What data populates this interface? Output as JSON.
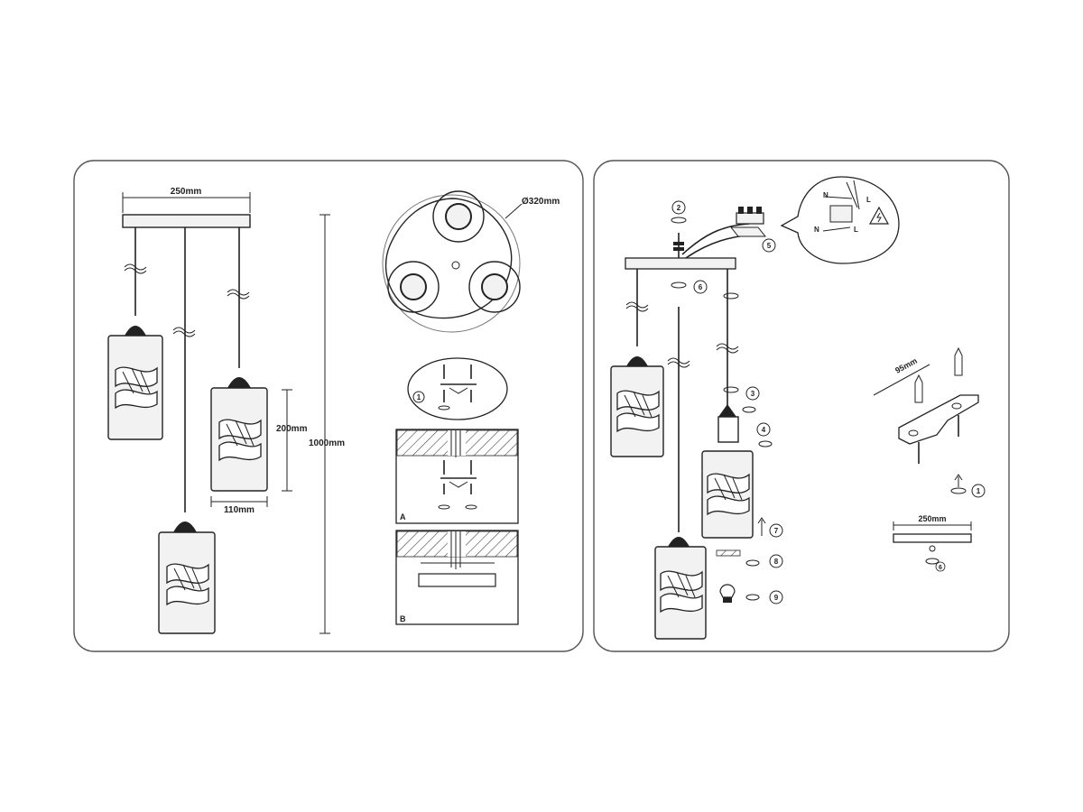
{
  "left_panel": {
    "dim_width": "250mm",
    "dim_shade_height": "200mm",
    "dim_total_height": "1000mm",
    "dim_shade_width": "110mm",
    "dim_diameter": "Ø320mm",
    "step_1": "1",
    "label_a": "A",
    "label_b": "B"
  },
  "right_panel": {
    "steps": [
      "1",
      "2",
      "3",
      "4",
      "5",
      "6",
      "7",
      "8",
      "9"
    ],
    "dim_bracket": "95mm",
    "dim_plate": "250mm",
    "terminal_n_top": "N",
    "terminal_l_top": "L",
    "terminal_n_bottom": "N",
    "terminal_l_bottom": "L"
  },
  "colors": {
    "line": "#222222",
    "panel_border": "#555555",
    "shade_fill": "#f2f2f2",
    "hatch": "#444444"
  }
}
